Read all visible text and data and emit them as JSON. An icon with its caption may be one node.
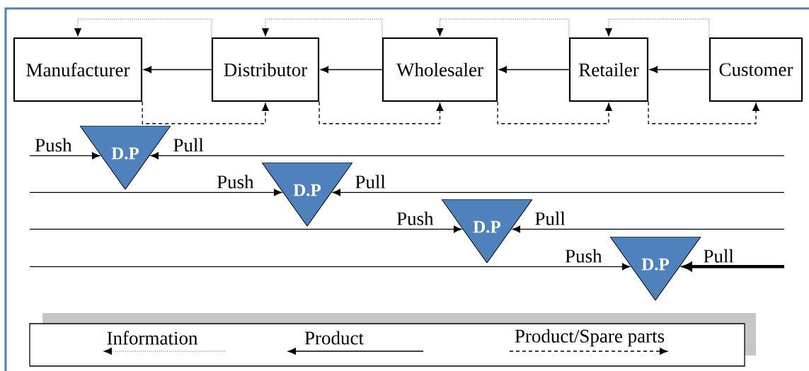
{
  "diagram": {
    "nodes": [
      {
        "text": [
          "Manufacturer"
        ]
      },
      {
        "text": [
          "Distributor"
        ]
      },
      {
        "text": [
          "Wholesaler"
        ]
      },
      {
        "text": [
          "Retailer"
        ]
      },
      {
        "text": [
          "Customer"
        ]
      },
      {
        "text": [
          "D.P"
        ]
      },
      {
        "text": [
          "D.P"
        ]
      },
      {
        "text": [
          "D.P"
        ]
      },
      {
        "text": [
          "D.P"
        ]
      }
    ],
    "edges": [
      {
        "from": 1,
        "to": 0,
        "arrow": "to"
      },
      {
        "from": 2,
        "to": 1,
        "arrow": "to"
      },
      {
        "from": 3,
        "to": 2,
        "arrow": "to"
      },
      {
        "from": 4,
        "to": 3,
        "arrow": "to"
      },
      {
        "from": 1,
        "to": 0,
        "arrow": "to",
        "style": "dashed"
      },
      {
        "from": 2,
        "to": 1,
        "arrow": "to",
        "style": "dashed"
      },
      {
        "from": 3,
        "to": 2,
        "arrow": "to",
        "style": "dashed"
      },
      {
        "from": 4,
        "to": 3,
        "arrow": "to",
        "style": "dashed"
      },
      {
        "from": 0,
        "to": 1,
        "arrow": "to",
        "style": "dashed"
      },
      {
        "from": 1,
        "to": 2,
        "arrow": "to",
        "style": "dashed"
      },
      {
        "from": 2,
        "to": 3,
        "arrow": "to",
        "style": "dashed"
      },
      {
        "from": 3,
        "to": 4,
        "arrow": "to",
        "style": "dashed"
      },
      {
        "from": null,
        "to": 5,
        "arrow": "to",
        "label": "Push"
      },
      {
        "from": null,
        "to": 5,
        "arrow": "to",
        "label": "Pull"
      },
      {
        "from": null,
        "to": 6,
        "arrow": "to",
        "label": "Push"
      },
      {
        "from": null,
        "to": 6,
        "arrow": "to",
        "label": "Pull"
      },
      {
        "from": null,
        "to": 7,
        "arrow": "to",
        "label": "Push"
      },
      {
        "from": null,
        "to": 7,
        "arrow": "to",
        "label": "Pull"
      },
      {
        "from": null,
        "to": 8,
        "arrow": "to",
        "label": "Push"
      },
      {
        "from": null,
        "to": 8,
        "arrow": "to",
        "label": "Pull",
        "style": "thick"
      }
    ],
    "legend": [
      {
        "text": "Information"
      },
      {
        "text": "Product"
      },
      {
        "text": "Product/Spare parts"
      }
    ]
  }
}
